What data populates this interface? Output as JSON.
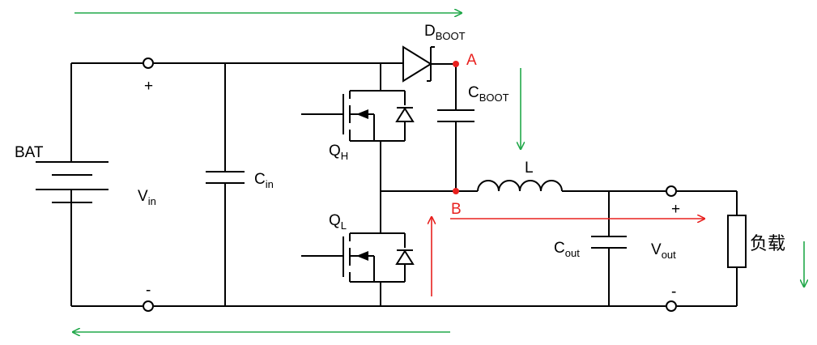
{
  "labels": {
    "bat": "BAT",
    "vin_main": "V",
    "vin_sub": "in",
    "cin_main": "C",
    "cin_sub": "in",
    "plus_in": "+",
    "minus_in": "-",
    "dboot_main": "D",
    "dboot_sub": "BOOT",
    "cboot_main": "C",
    "cboot_sub": "BOOT",
    "node_a": "A",
    "node_b": "B",
    "qh_main": "Q",
    "qh_sub": "H",
    "ql_main": "Q",
    "ql_sub": "L",
    "inductor": "L",
    "cout_main": "C",
    "cout_sub": "out",
    "vout_main": "V",
    "vout_sub": "out",
    "plus_out": "+",
    "minus_out": "-",
    "load": "负载"
  },
  "colors": {
    "wire": "#000000",
    "green_arrow": "#21a84a",
    "red_arrow": "#e8201e"
  }
}
